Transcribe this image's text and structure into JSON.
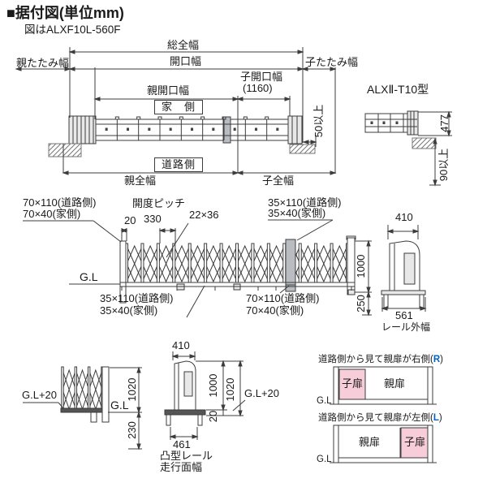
{
  "colors": {
    "pink": "#f6cdd9",
    "accent_blue": "#0063c4",
    "line": "#3c3c3c"
  },
  "header": {
    "title": "■据付図(単位mm)",
    "subtitle": "図はALXF10L-560F"
  },
  "plan": {
    "total_width": "総全幅",
    "opening_width": "開口幅",
    "parent_folded_width": "親たたみ幅",
    "child_folded_width": "子たたみ幅",
    "parent_opening_width": "親開口幅",
    "child_opening_width": "子開口幅",
    "child_opening_value": "(1160)",
    "house_side": "家　側",
    "road_side": "道路側",
    "clearance_50": "50以上",
    "parent_full_width": "親全幅",
    "child_full_width": "子全幅"
  },
  "detail": {
    "model": "ALXⅡ-T10型",
    "dim_477": "477",
    "dim_90": "90以上"
  },
  "elevation": {
    "label_tl_1": "70×110(道路側)",
    "label_tl_2": "70×40(家側)",
    "pitch_title": "開度ピッチ",
    "dim_20": "20",
    "dim_330": "330",
    "dim_22x36": "22×36",
    "label_tr_1": "35×110(道路側)",
    "label_tr_2": "35×40(家側)",
    "gl": "G.L",
    "label_bl_1": "35×110(道路側)",
    "label_bl_2": "35×40(家側)",
    "label_br_1": "70×110(道路側)",
    "label_br_2": "70×40(家側)",
    "dim_1000": "1000",
    "dim_250": "250"
  },
  "sideview": {
    "dim_410": "410",
    "dim_561": "561",
    "rail_outer_width": "レール外幅"
  },
  "bottom_left": {
    "gl_plus20": "G.L+20",
    "gl": "G.L",
    "dim_1020": "1020",
    "dim_230": "230"
  },
  "bottom_center": {
    "dim_410": "410",
    "dim_1000": "1000",
    "dim_1020": "1020",
    "gl_plus20": "G.L+20",
    "dim_20": "20",
    "dim_461": "461",
    "rail_label_1": "凸型レール",
    "rail_label_2": "走行面幅"
  },
  "orientation": {
    "right_prefix": "道路側から見て親扉が右側(",
    "right_mark": "R",
    "left_prefix": "道路側から見て親扉が左側(",
    "left_mark": "L",
    "paren_close": ")",
    "child_door": "子扉",
    "parent_door": "親扉",
    "gl": "G.L"
  }
}
